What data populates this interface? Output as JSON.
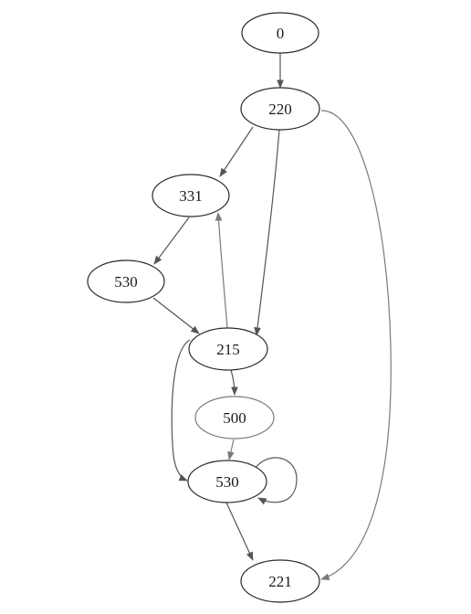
{
  "graph": {
    "nodes": [
      {
        "id": "n0",
        "label": "0"
      },
      {
        "id": "n220",
        "label": "220"
      },
      {
        "id": "n331",
        "label": "331"
      },
      {
        "id": "n530a",
        "label": "530"
      },
      {
        "id": "n215",
        "label": "215"
      },
      {
        "id": "n500",
        "label": "500",
        "style": "light"
      },
      {
        "id": "n530b",
        "label": "530"
      },
      {
        "id": "n221",
        "label": "221"
      }
    ],
    "edges": [
      {
        "from": "0",
        "to": "220"
      },
      {
        "from": "220",
        "to": "331"
      },
      {
        "from": "220",
        "to": "215"
      },
      {
        "from": "220",
        "to": "221"
      },
      {
        "from": "331",
        "to": "530"
      },
      {
        "from": "530",
        "to": "215"
      },
      {
        "from": "215",
        "to": "331"
      },
      {
        "from": "215",
        "to": "500"
      },
      {
        "from": "215",
        "to": "530"
      },
      {
        "from": "500",
        "to": "530"
      },
      {
        "from": "530",
        "to": "530",
        "self_loop": true
      },
      {
        "from": "530",
        "to": "221"
      }
    ]
  }
}
